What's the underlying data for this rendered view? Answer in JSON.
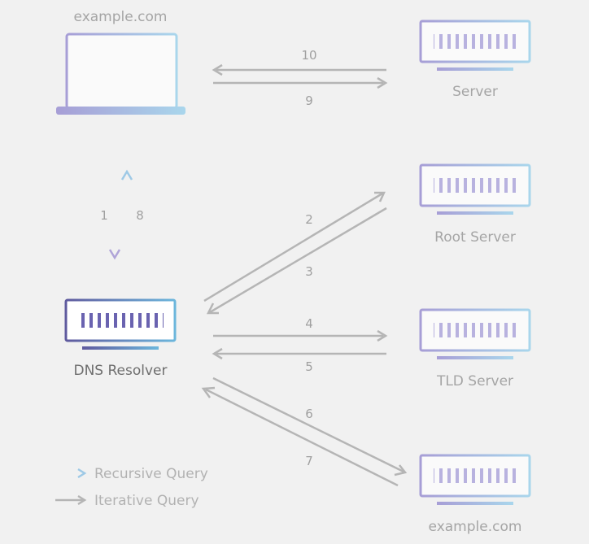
{
  "nodes": {
    "client_label": "example.com",
    "server_label": "Server",
    "root_label": "Root Server",
    "resolver_label": "DNS Resolver",
    "tld_label": "TLD Server",
    "authoritative_label": "example.com"
  },
  "steps": {
    "s1": "1",
    "s2": "2",
    "s3": "3",
    "s4": "4",
    "s5": "5",
    "s6": "6",
    "s7": "7",
    "s8": "8",
    "s9": "9",
    "s10": "10"
  },
  "legend": {
    "recursive": "Recursive Query",
    "iterative": "Iterative Query"
  },
  "colors": {
    "background": "#f1f1f1",
    "iterative_arrow": "#b5b5b5",
    "recursive_start": "#9ec9e6",
    "recursive_end": "#b0a4d8",
    "device_gradient_start": "#a79ed6",
    "device_gradient_end": "#a9d6ec"
  }
}
